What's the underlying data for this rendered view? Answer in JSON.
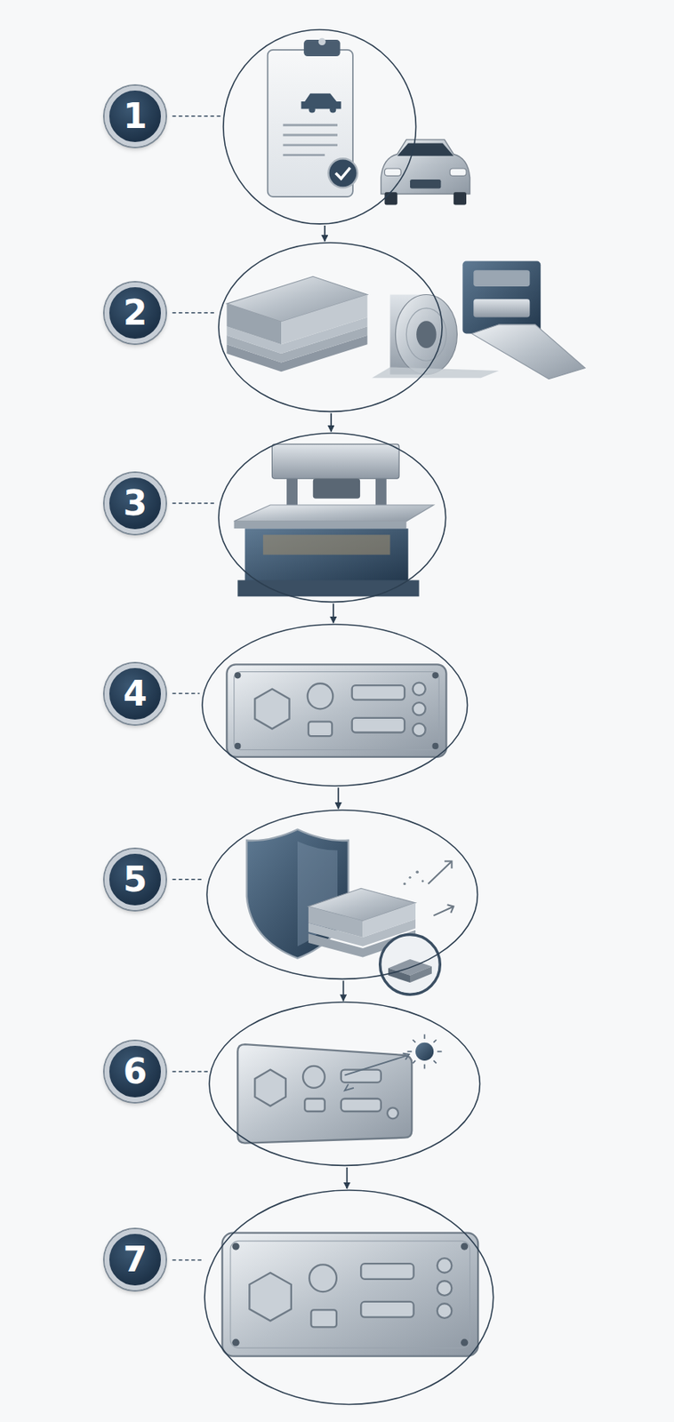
{
  "diagram": {
    "nodes": [
      {
        "text": [
          "1"
        ]
      },
      {
        "text": [
          "2"
        ]
      },
      {
        "text": [
          "3"
        ]
      },
      {
        "text": [
          "4"
        ]
      },
      {
        "text": [
          "5"
        ]
      },
      {
        "text": [
          "6"
        ]
      },
      {
        "text": [
          "7"
        ]
      }
    ],
    "edges": [
      {
        "from": 0,
        "to": 1,
        "arrow": "to"
      },
      {
        "from": 1,
        "to": 2,
        "arrow": "to"
      },
      {
        "from": 2,
        "to": 3,
        "arrow": "to"
      },
      {
        "from": 3,
        "to": 4,
        "arrow": "to"
      },
      {
        "from": 4,
        "to": 5,
        "arrow": "to"
      },
      {
        "from": 5,
        "to": 6,
        "arrow": "to"
      }
    ]
  }
}
